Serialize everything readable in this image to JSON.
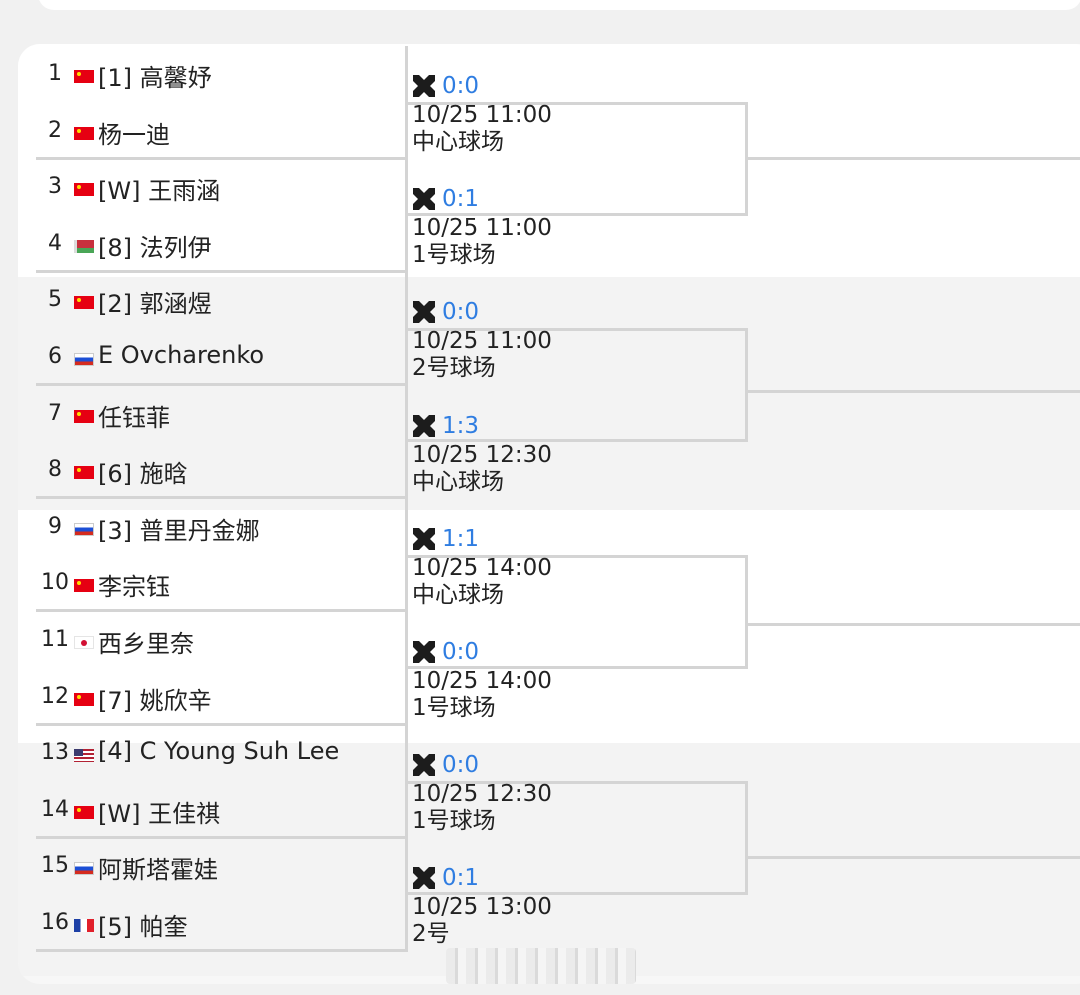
{
  "players": [
    {
      "no": "1",
      "flag": "cn",
      "name": "[1] 高馨妤"
    },
    {
      "no": "2",
      "flag": "cn",
      "name": " 杨一迪"
    },
    {
      "no": "3",
      "flag": "cn",
      "name": "[W] 王雨涵"
    },
    {
      "no": "4",
      "flag": "by",
      "name": "[8] 法列伊"
    },
    {
      "no": "5",
      "flag": "cn",
      "name": "[2] 郭涵煜"
    },
    {
      "no": "6",
      "flag": "ru",
      "name": " E Ovcharenko"
    },
    {
      "no": "7",
      "flag": "cn",
      "name": " 任钰菲"
    },
    {
      "no": "8",
      "flag": "cn",
      "name": "[6] 施晗"
    },
    {
      "no": "9",
      "flag": "ru",
      "name": "[3] 普里丹金娜"
    },
    {
      "no": "10",
      "flag": "cn",
      "name": " 李宗钰"
    },
    {
      "no": "11",
      "flag": "jp",
      "name": " 西乡里奈"
    },
    {
      "no": "12",
      "flag": "cn",
      "name": "[7] 姚欣辛"
    },
    {
      "no": "13",
      "flag": "us",
      "name": "[4] C Young Suh Lee"
    },
    {
      "no": "14",
      "flag": "cn",
      "name": "[W] 王佳祺"
    },
    {
      "no": "15",
      "flag": "ru",
      "name": " 阿斯塔霍娃"
    },
    {
      "no": "16",
      "flag": "fr",
      "name": "[5] 帕奎"
    }
  ],
  "matches": [
    {
      "score": "0:0",
      "time": "10/25 11:00",
      "court": "中心球场"
    },
    {
      "score": "0:1",
      "time": "10/25 11:00",
      "court": "1号球场"
    },
    {
      "score": "0:0",
      "time": "10/25 11:00",
      "court": "2号球场"
    },
    {
      "score": "1:3",
      "time": "10/25 12:30",
      "court": "中心球场"
    },
    {
      "score": "1:1",
      "time": "10/25 14:00",
      "court": "中心球场"
    },
    {
      "score": "0:0",
      "time": "10/25 14:00",
      "court": "1号球场"
    },
    {
      "score": "0:0",
      "time": "10/25 12:30",
      "court": "1号球场"
    },
    {
      "score": "0:1",
      "time": "10/25 13:00",
      "court": "2号"
    }
  ],
  "colors": {
    "score": "#2f7de1",
    "border": "#d4d4d4",
    "icon": "#1c1c1c"
  },
  "icons": {
    "match": "crossed-rackets-icon"
  }
}
